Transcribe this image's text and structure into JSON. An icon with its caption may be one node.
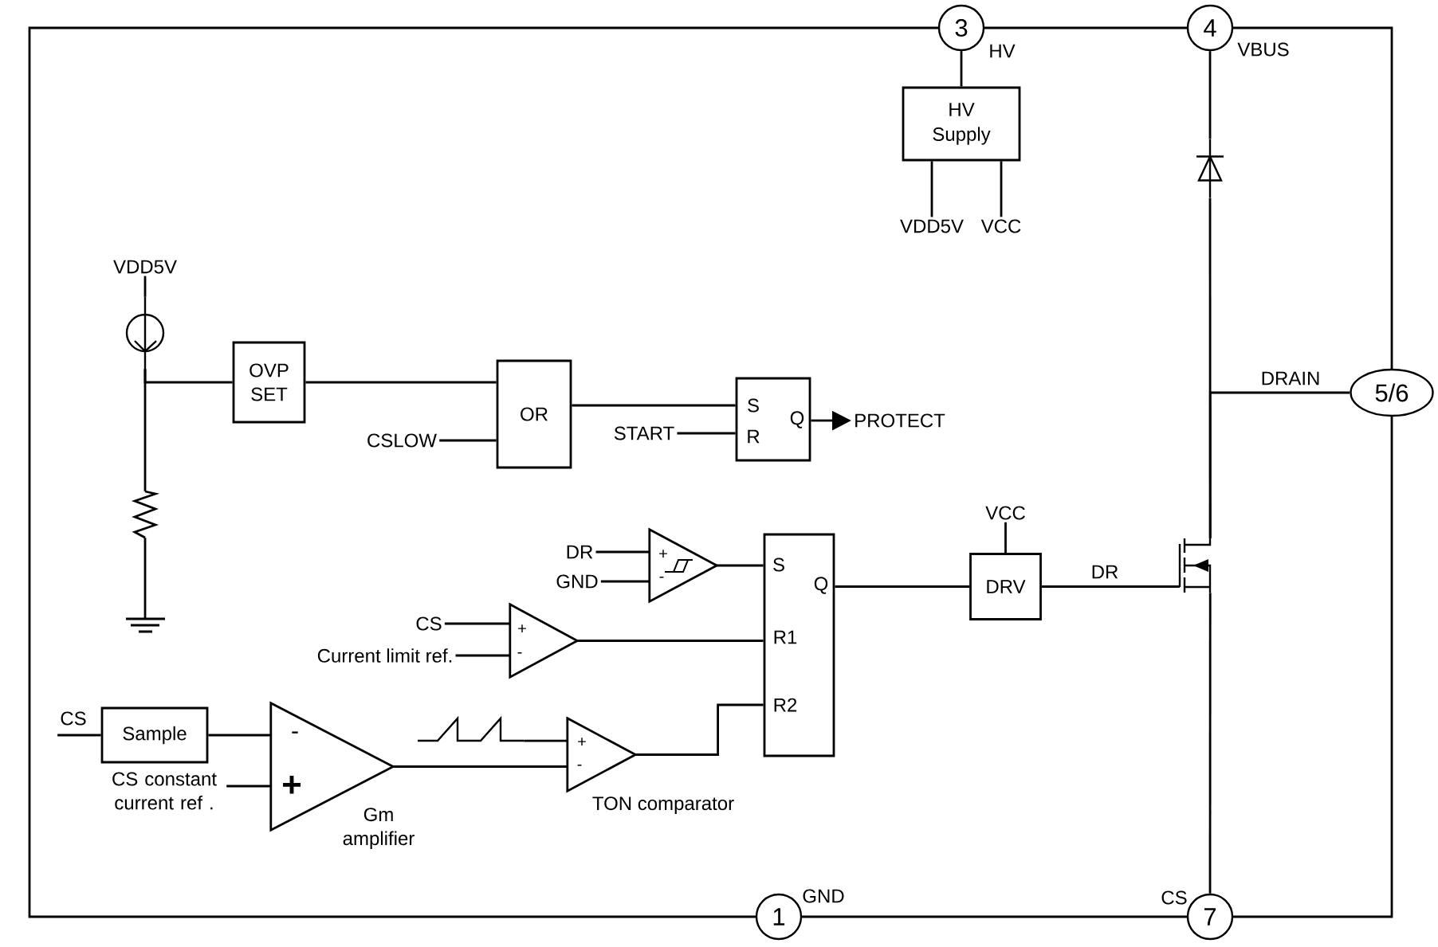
{
  "diagram": {
    "nodes": [
      {
        "text": [
          "3"
        ],
        "beside": [
          "HV"
        ]
      },
      {
        "text": [
          "4"
        ],
        "beside": [
          "VBUS"
        ]
      },
      {
        "text": [
          "HV Supply"
        ]
      },
      {
        "text": [
          "VDD5V"
        ]
      },
      {
        "text": [
          "VCC"
        ]
      },
      {
        "text": [],
        "shape": "picture"
      },
      {
        "text": [
          "VDD5V"
        ]
      },
      {
        "text": [],
        "shape": "circle"
      },
      {
        "text": [
          "OVP SET"
        ]
      },
      {
        "text": [
          "5/6"
        ]
      },
      {
        "text": [
          "OR"
        ]
      },
      {
        "text": [
          "S",
          "Q",
          "R"
        ]
      },
      {
        "text": [
          "CSLOW"
        ]
      },
      {
        "text": [
          "START"
        ]
      },
      {
        "text": [
          "PROTECT"
        ]
      },
      {
        "text": [],
        "shape": "picture"
      },
      {
        "text": [
          "VCC"
        ]
      },
      {
        "text": [
          "DR"
        ]
      },
      {
        "text": [
          "+",
          "-"
        ]
      },
      {
        "text": [
          "S",
          "Q",
          "R1",
          "R2"
        ]
      },
      {
        "text": [
          "GND"
        ]
      },
      {
        "text": [
          "DRV"
        ]
      },
      {
        "text": [],
        "shape": "picture"
      },
      {
        "text": [],
        "shape": "picture"
      },
      {
        "text": [
          "CS"
        ]
      },
      {
        "text": [
          "+",
          "-"
        ]
      },
      {
        "text": [
          "Current limit ref."
        ]
      },
      {
        "text": [
          "CS"
        ]
      },
      {
        "text": [
          "Sample"
        ]
      },
      {
        "text": [
          "-",
          "+"
        ],
        "beside": [
          "Gm amplifier"
        ]
      },
      {
        "text": [],
        "shape": "picture"
      },
      {
        "text": [
          "+",
          "-"
        ],
        "beside": [
          "TON comparator"
        ]
      },
      {
        "text": [
          "CS constant current ref ."
        ]
      },
      {
        "text": [
          "1"
        ],
        "beside": [
          "GND"
        ]
      },
      {
        "text": [
          "7"
        ],
        "beside": [
          "CS"
        ]
      }
    ],
    "edges": [
      {
        "from": 0,
        "to": 2,
        "arrow": "none"
      },
      {
        "from": 2,
        "to": 3,
        "arrow": "none"
      },
      {
        "from": 2,
        "to": 4,
        "arrow": "none"
      },
      {
        "from": 1,
        "to": 5,
        "arrow": "none"
      },
      {
        "from": 5,
        "to": 22,
        "arrow": "none"
      },
      {
        "from": 9,
        "to": 22,
        "arrow": "none",
        "label": "DRAIN"
      },
      {
        "from": 6,
        "to": 7,
        "arrow": "none"
      },
      {
        "from": 7,
        "to": 8,
        "arrow": "none"
      },
      {
        "from": 7,
        "to": 15,
        "arrow": "none"
      },
      {
        "from": 15,
        "to": 23,
        "arrow": "none"
      },
      {
        "from": 8,
        "to": 10,
        "arrow": "none"
      },
      {
        "from": 12,
        "to": 10,
        "arrow": "none"
      },
      {
        "from": 10,
        "to": 11,
        "arrow": "none"
      },
      {
        "from": 13,
        "to": 11,
        "arrow": "none"
      },
      {
        "from": 11,
        "to": 14,
        "arrow": "to"
      },
      {
        "from": 17,
        "to": 18,
        "arrow": "none"
      },
      {
        "from": 20,
        "to": 18,
        "arrow": "none"
      },
      {
        "from": 18,
        "to": 19,
        "arrow": "none"
      },
      {
        "from": 19,
        "to": 21,
        "arrow": "none"
      },
      {
        "from": 16,
        "to": 21,
        "arrow": "none"
      },
      {
        "from": 21,
        "to": 22,
        "arrow": "none",
        "label": "DR"
      },
      {
        "from": 24,
        "to": 25,
        "arrow": "none"
      },
      {
        "from": 26,
        "to": 25,
        "arrow": "none"
      },
      {
        "from": 25,
        "to": 19,
        "arrow": "none"
      },
      {
        "from": 27,
        "to": 28,
        "arrow": "none"
      },
      {
        "from": 28,
        "to": 29,
        "arrow": "none"
      },
      {
        "from": 32,
        "to": 29,
        "arrow": "none"
      },
      {
        "from": 29,
        "to": 31,
        "arrow": "none"
      },
      {
        "from": 30,
        "to": 31,
        "arrow": "none"
      },
      {
        "from": 31,
        "to": 19,
        "arrow": "none"
      },
      {
        "from": 34,
        "to": 22,
        "arrow": "none"
      }
    ]
  }
}
